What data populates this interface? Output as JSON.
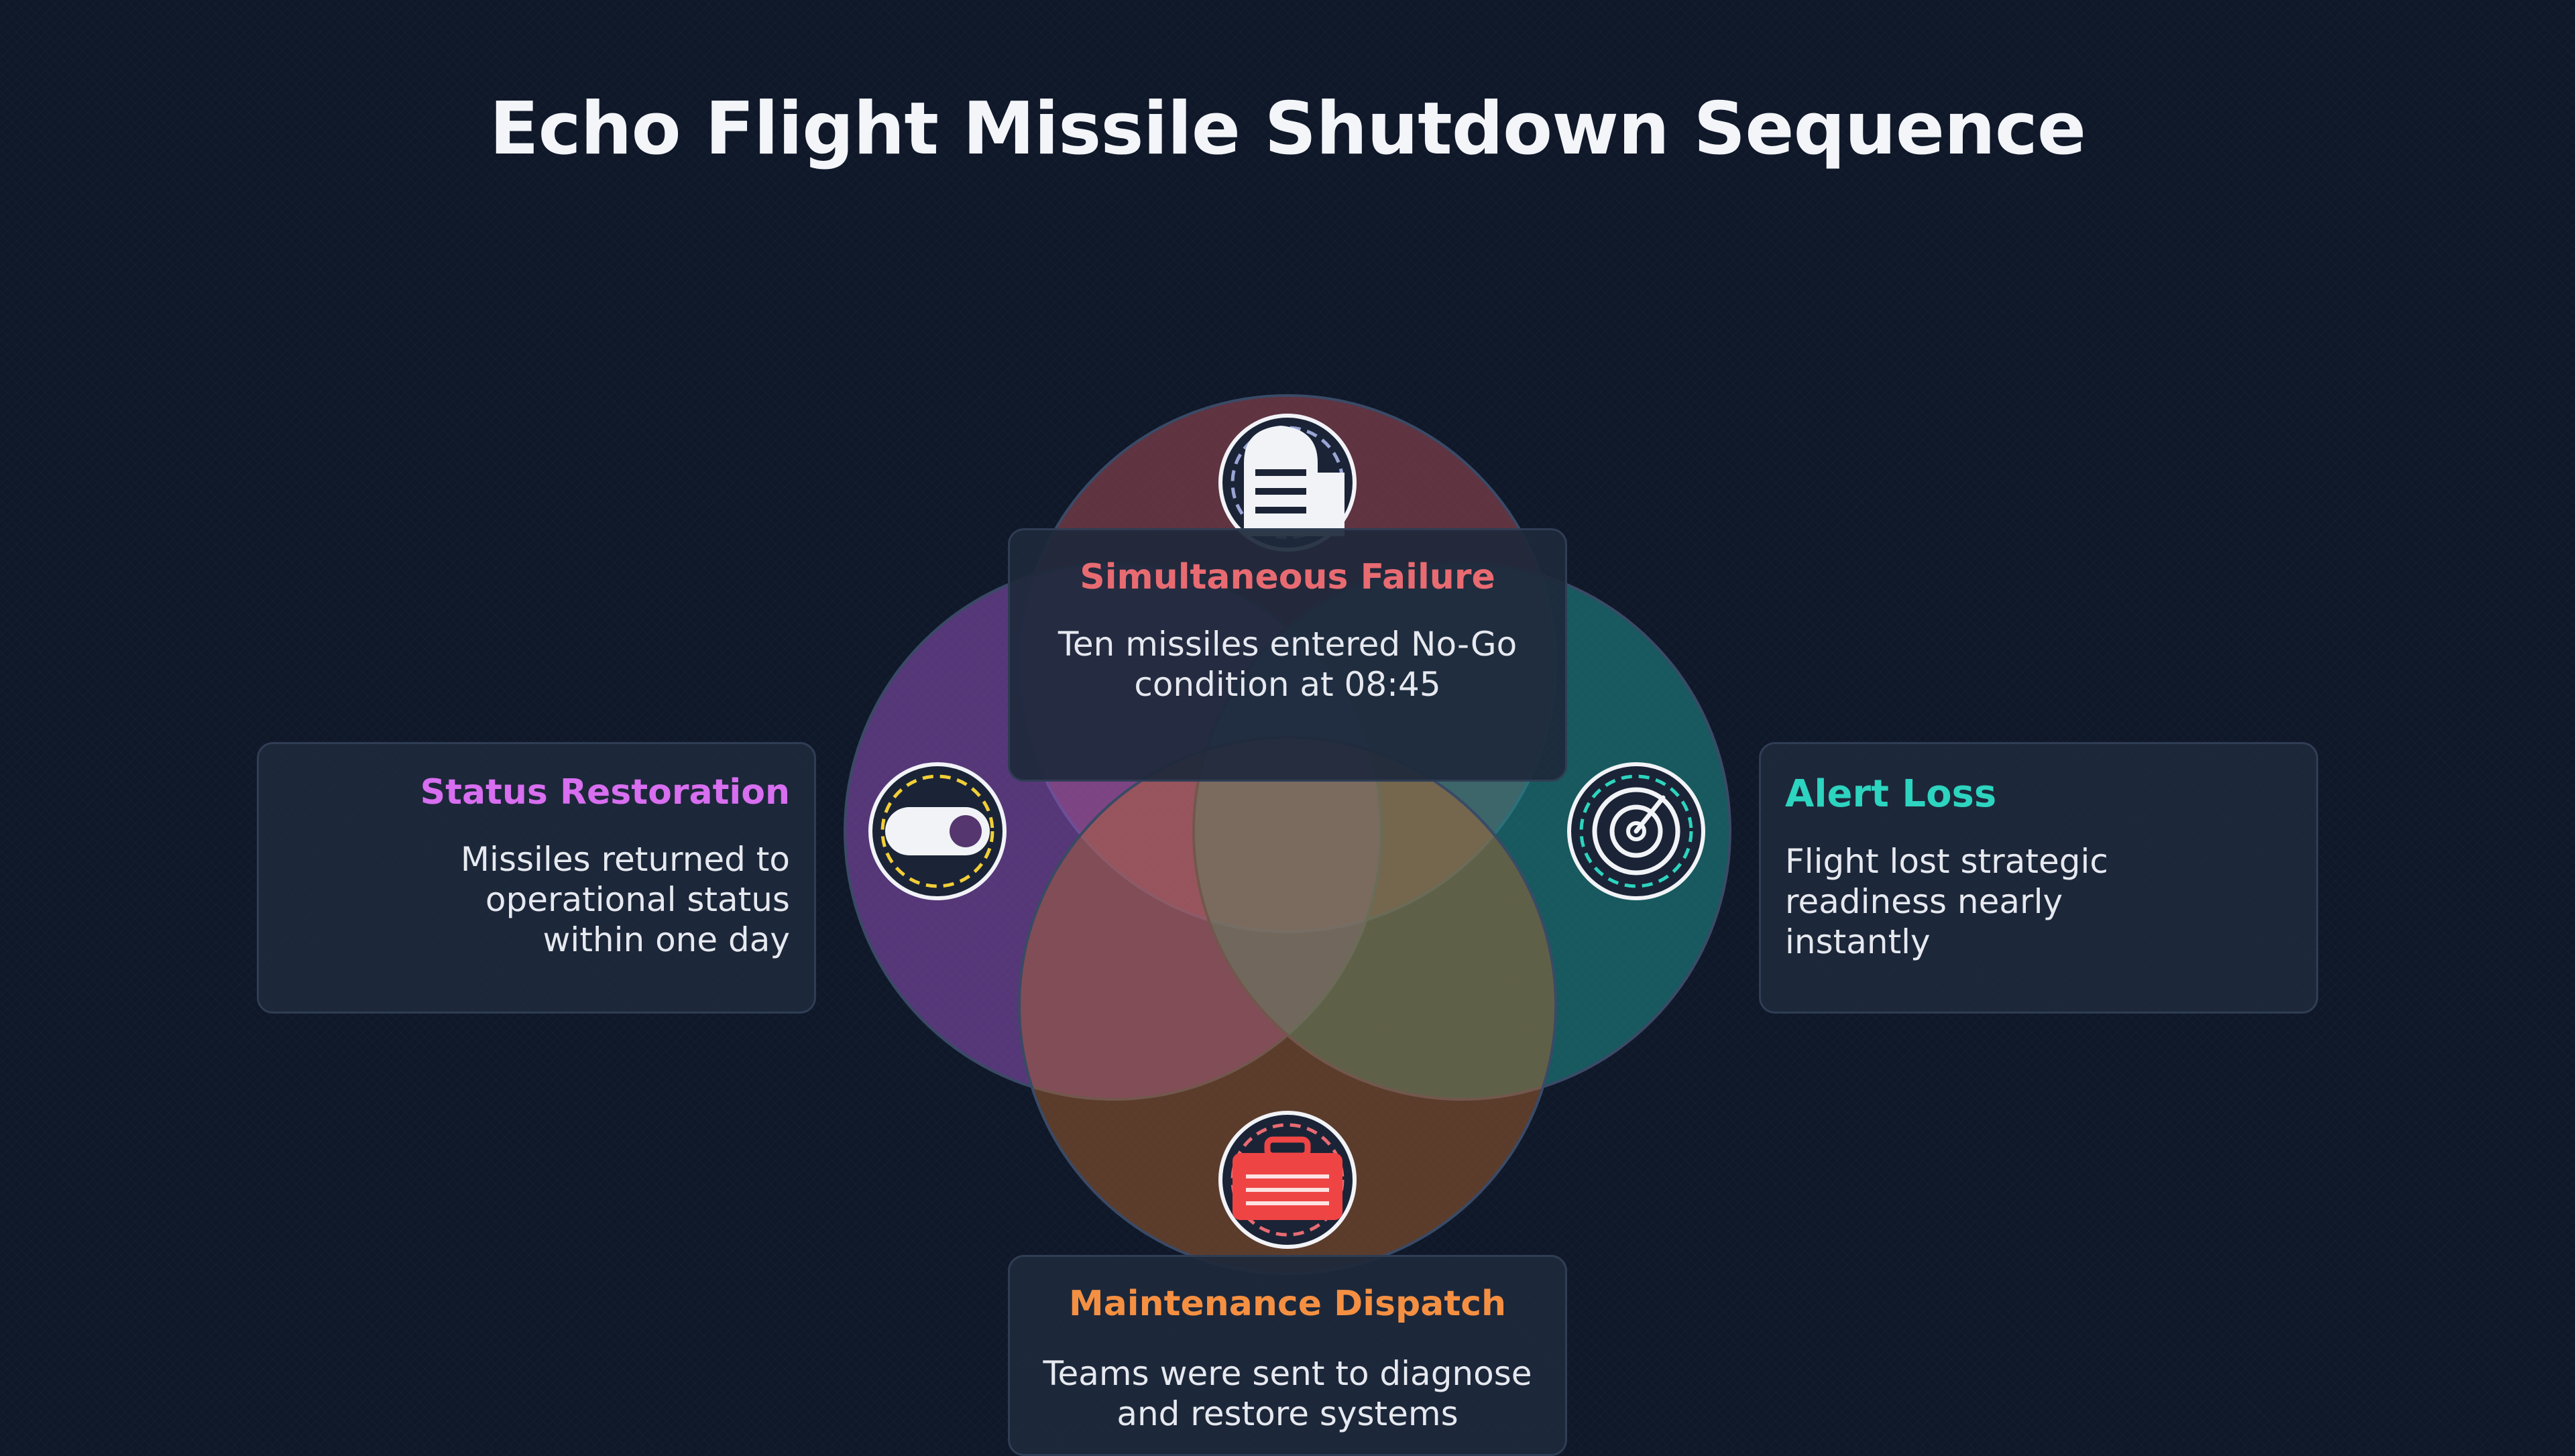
{
  "title": "Echo Flight Missile Shutdown Sequence",
  "colors": {
    "top": "#e86b72",
    "left": "#d86ef0",
    "right": "#2dd4bf",
    "bottom": "#f59042"
  },
  "cards": {
    "top": {
      "heading": "Simultaneous Failure",
      "body": "Ten missiles entered No-Go condition at 08:45",
      "icon": "silo-icon"
    },
    "left": {
      "heading": "Status Restoration",
      "body": "Missiles returned to operational status within one day",
      "icon": "toggle-switch-icon"
    },
    "right": {
      "heading": "Alert Loss",
      "body": "Flight lost strategic readiness nearly instantly",
      "icon": "radar-icon"
    },
    "bottom": {
      "heading": "Maintenance Dispatch",
      "body": "Teams were sent to diagnose and restore systems",
      "icon": "toolbox-icon"
    }
  }
}
